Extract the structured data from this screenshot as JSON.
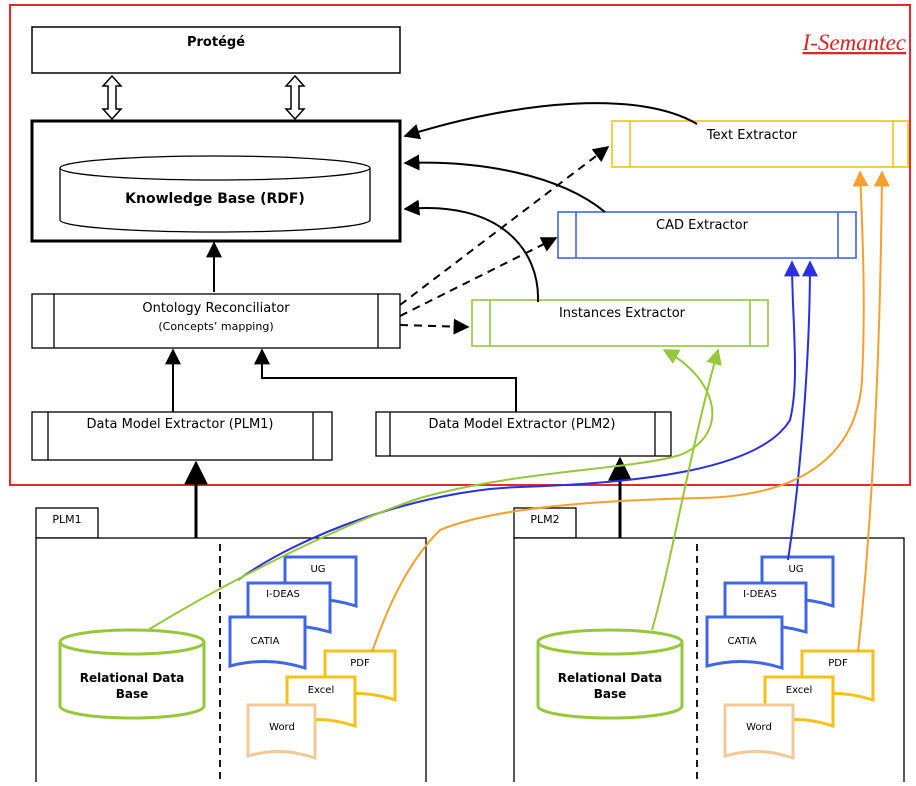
{
  "system_title": "I-Semantec",
  "protege": "Protégé",
  "knowledge_base": "Knowledge Base (RDF)",
  "ontology_reconciliator": {
    "line1": "Ontology Reconciliator",
    "line2": "(Concepts’ mapping)"
  },
  "data_model_extractor_plm1": "Data Model Extractor (PLM1)",
  "data_model_extractor_plm2": "Data Model Extractor (PLM2)",
  "text_extractor": "Text Extractor",
  "cad_extractor": "CAD Extractor",
  "instances_extractor": "Instances Extractor",
  "plm1": {
    "label": "PLM1",
    "database": {
      "line1": "Relational Data",
      "line2": "Base"
    },
    "cad_files": [
      "UG",
      "I-DEAS",
      "CATIA"
    ],
    "doc_files": [
      "PDF",
      "Excel",
      "Word"
    ]
  },
  "plm2": {
    "label": "PLM2",
    "database": {
      "line1": "Relational Data",
      "line2": "Base"
    },
    "cad_files": [
      "UG",
      "I-DEAS",
      "CATIA"
    ],
    "doc_files": [
      "PDF",
      "Excel",
      "Word"
    ]
  },
  "colors": {
    "frame": "#e8282a",
    "title": "#d62828",
    "text_extractor": "#f5c21b",
    "cad_extractor": "#3f66e6",
    "instances_extractor": "#96c83c",
    "orange_link": "#f5a030",
    "blue_link": "#2b2fe0",
    "green_link": "#96c83c",
    "word_doc": "#f3c89a"
  }
}
